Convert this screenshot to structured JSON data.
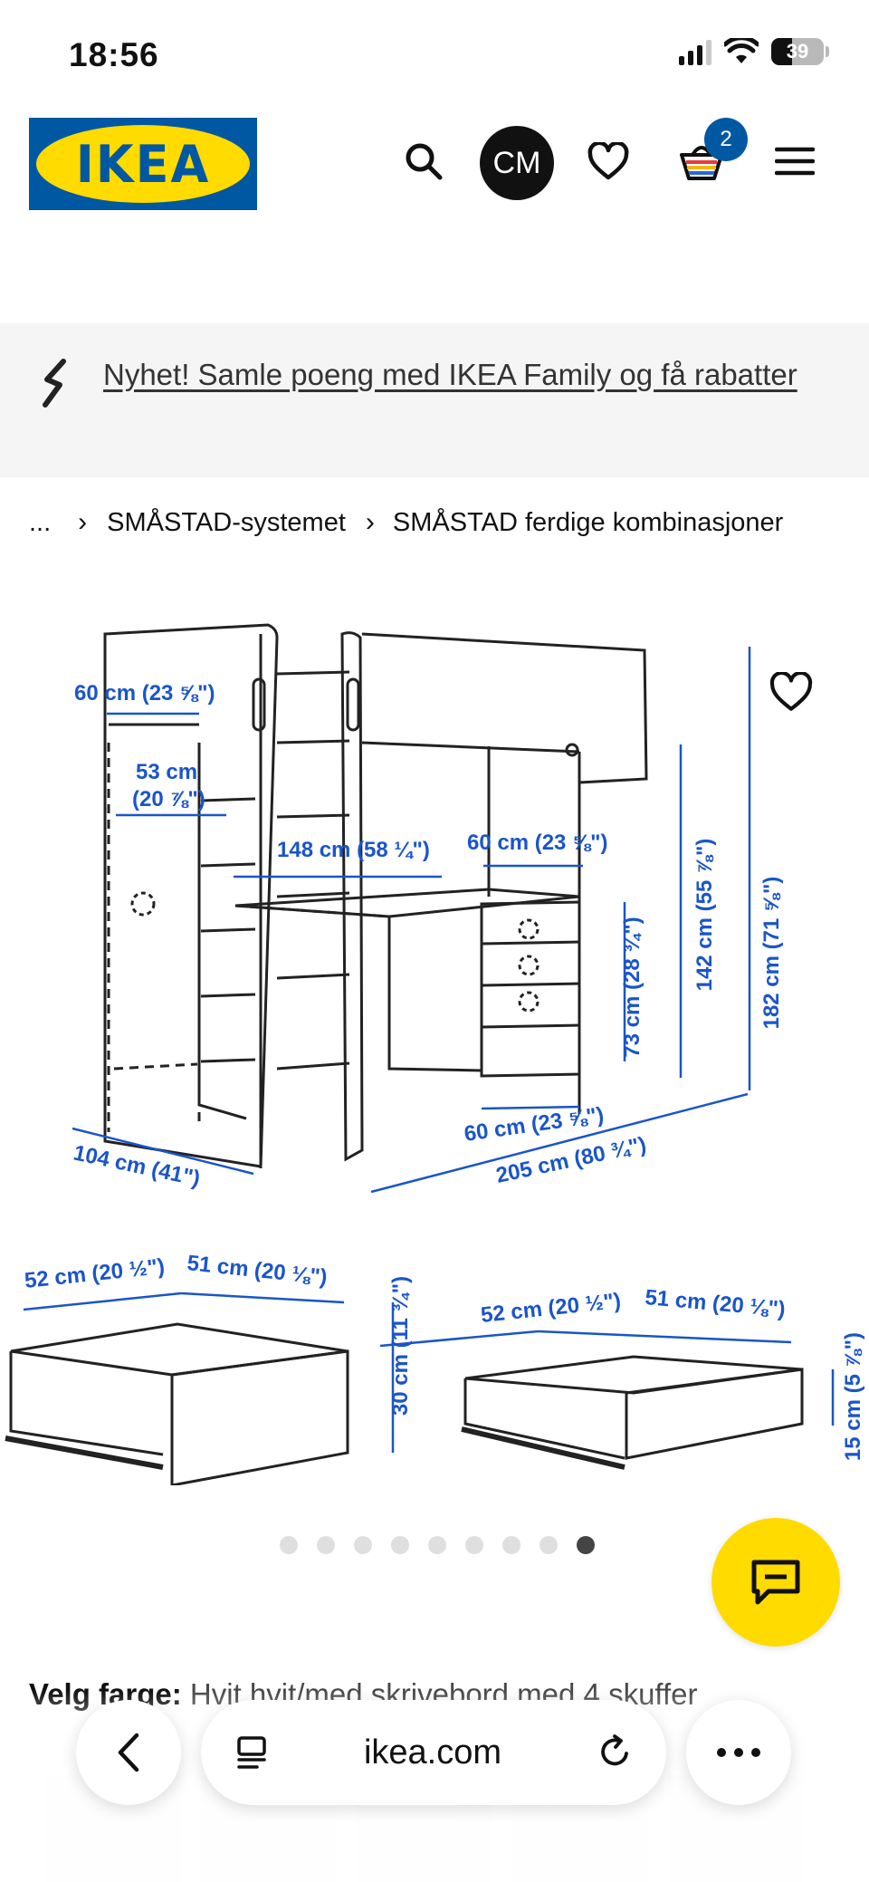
{
  "status_bar": {
    "time": "18:56",
    "battery": "39"
  },
  "header": {
    "logo_text": "IKEA",
    "avatar_initials": "CM",
    "cart_count": "2"
  },
  "promo": {
    "text": "Nyhet! Samle poeng med IKEA Family og få rabatter"
  },
  "breadcrumb": {
    "ellipsis": "...",
    "separator": "›",
    "items": [
      "SMÅSTAD-systemet",
      "SMÅSTAD ferdige kombinasjoner"
    ]
  },
  "product_image": {
    "dimensions": {
      "width_60": "60 cm (23 ⅝\")",
      "wardrobe_53": "53 cm",
      "wardrobe_53_in": "(20 ⅞\")",
      "desk_148": "148 cm (58 ¼\")",
      "desk_60": "60 cm (23 ⅝\")",
      "height_182": "182 cm (71 ⅝\")",
      "height_142": "142 cm (55 ⅞\")",
      "height_73": "73 cm (28 ¾\")",
      "depth_104": "104 cm (41\")",
      "base_60": "60 cm (23 ⅝\")",
      "length_205": "205 cm (80 ¾\")",
      "drawer1_52": "52 cm (20 ½\")",
      "drawer1_51": "51 cm (20 ⅛\")",
      "drawer1_h": "30 cm (11 ¾\")",
      "drawer2_52": "52 cm (20 ½\")",
      "drawer2_51": "51 cm (20 ⅛\")",
      "drawer2_h": "15 cm (5 ⅞\")"
    }
  },
  "carousel": {
    "total": 9,
    "active_index": 8
  },
  "color_select": {
    "label": "Velg farge:",
    "value": "Hvit hvit/med skrivebord med 4 skuffer"
  },
  "browser": {
    "url": "ikea.com"
  },
  "colors": {
    "ikea_blue": "#0058a3",
    "ikea_yellow": "#ffdb00",
    "dim_blue": "#1a55c9"
  }
}
